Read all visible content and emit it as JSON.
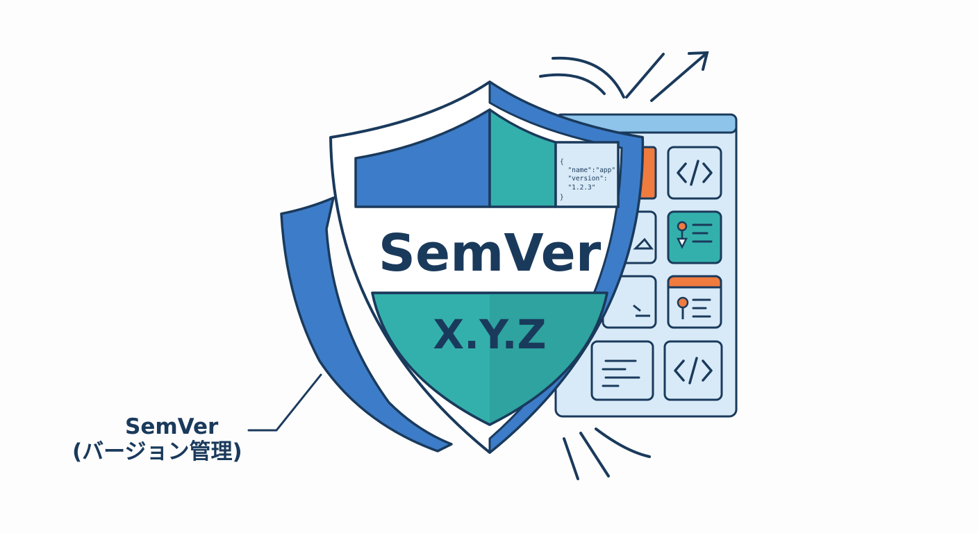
{
  "shield": {
    "title": "SemVer",
    "version_pattern": "X.Y.Z",
    "code_lines": [
      "{",
      "  \"name\":\"app\",",
      "  \"version\":",
      "  \"1.2.3\"",
      "}"
    ]
  },
  "callout": {
    "line1": "SemVer",
    "line2": "(バージョン管理)"
  },
  "icons": [
    "code-icon",
    "pin-list-icon",
    "key-list-icon",
    "code-icon",
    "text-lines-icon",
    "terminal-icon",
    "triangle-icon"
  ],
  "colors": {
    "navy": "#1a3a5c",
    "blue": "#3d7cc8",
    "teal": "#34b0ac",
    "panel": "#d8eaf7",
    "orange": "#f07b3f"
  }
}
